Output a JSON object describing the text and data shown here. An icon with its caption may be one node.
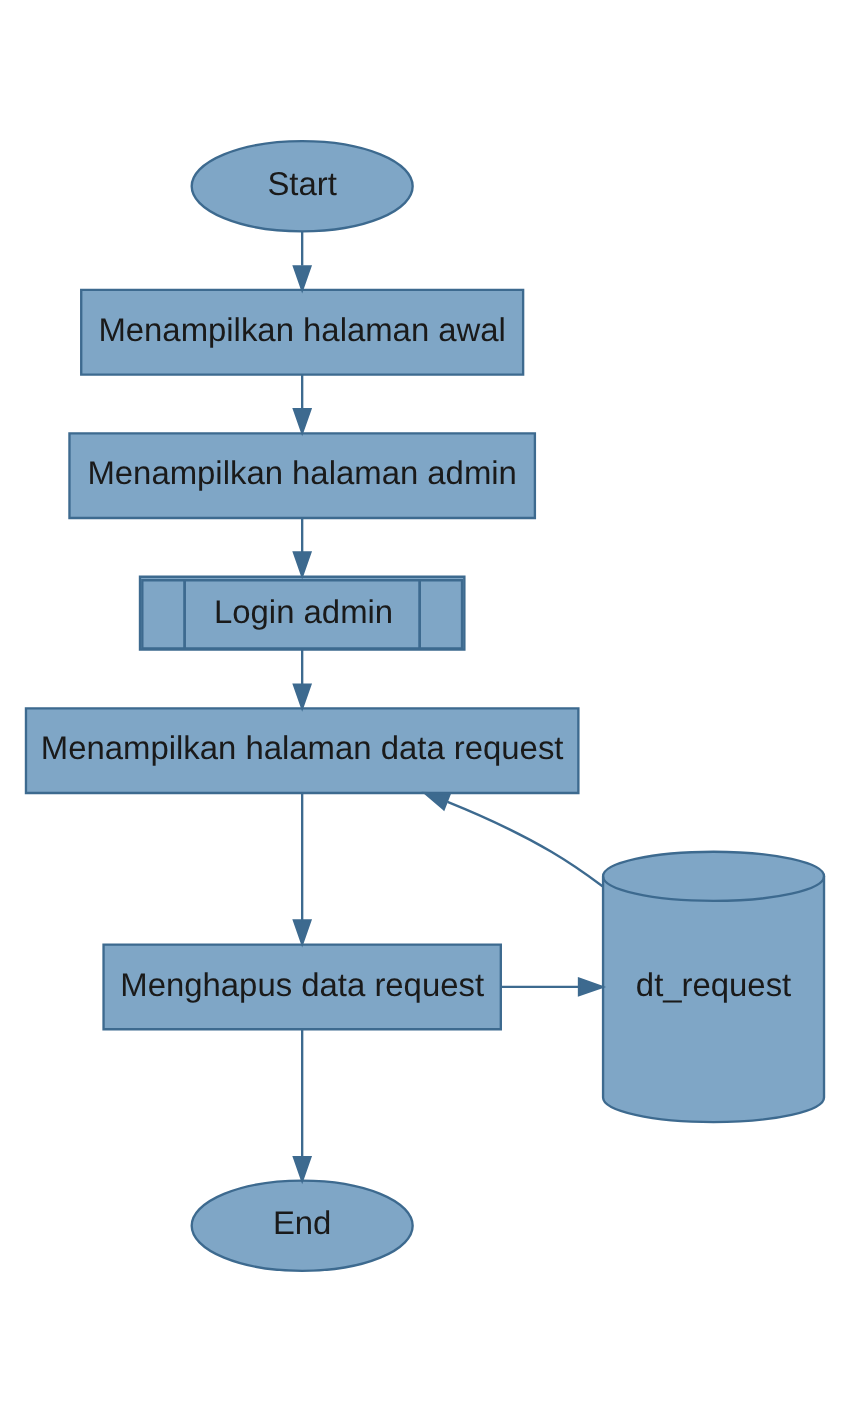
{
  "diagram": {
    "nodes": [
      {
        "text": [
          "Start"
        ]
      },
      {
        "text": [
          "Menampilkan halaman awal"
        ]
      },
      {
        "text": [
          "Menampilkan halaman admin"
        ]
      },
      {
        "text": [
          "Login admin"
        ]
      },
      {
        "text": [
          "Menampilkan halaman data request"
        ]
      },
      {
        "text": [
          "Menghapus data request"
        ]
      },
      {
        "text": [
          "dt_request"
        ]
      },
      {
        "text": [
          "End"
        ]
      }
    ],
    "edges": [
      {
        "from": 0,
        "to": 1,
        "arrow": "to"
      },
      {
        "from": 1,
        "to": 2,
        "arrow": "to"
      },
      {
        "from": 2,
        "to": 3,
        "arrow": "to"
      },
      {
        "from": 3,
        "to": 4,
        "arrow": "to"
      },
      {
        "from": 4,
        "to": 5,
        "arrow": "to"
      },
      {
        "from": 5,
        "to": 6,
        "arrow": "to"
      },
      {
        "from": 6,
        "to": 4,
        "arrow": "to"
      },
      {
        "from": 5,
        "to": 7,
        "arrow": "to"
      }
    ]
  }
}
